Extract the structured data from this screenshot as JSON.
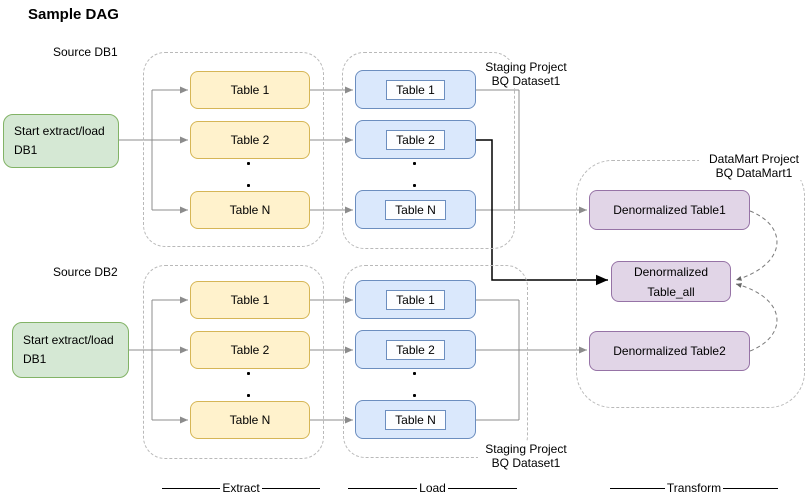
{
  "title": "Sample DAG",
  "db1": {
    "source_label": "Source DB1",
    "start": {
      "line1": "Start extract/load",
      "line2": "DB1"
    },
    "extract_tables": [
      "Table 1",
      "Table 2",
      "Table N"
    ],
    "load_tables": [
      "Table 1",
      "Table 2",
      "Table N"
    ],
    "staging_label": {
      "line1": "Staging Project",
      "line2": "BQ Dataset1"
    }
  },
  "db2": {
    "source_label": "Source DB2",
    "start": {
      "line1": "Start extract/load",
      "line2": "DB1"
    },
    "extract_tables": [
      "Table 1",
      "Table 2",
      "Table N"
    ],
    "load_tables": [
      "Table 1",
      "Table 2",
      "Table N"
    ],
    "staging_label": {
      "line1": "Staging Project",
      "line2": "BQ Dataset1"
    }
  },
  "datamart": {
    "label": {
      "line1": "DataMart Project",
      "line2": "BQ DataMart1"
    },
    "table1": "Denormalized Table1",
    "table_all": {
      "line1": "Denormalized",
      "line2": "Table_all"
    },
    "table2": "Denormalized Table2"
  },
  "stages": {
    "extract": "Extract",
    "load": "Load",
    "transform": "Transform"
  },
  "colors": {
    "green_fill": "#d5e8d4",
    "green_stroke": "#82b366",
    "yellow_fill": "#fff2cc",
    "yellow_stroke": "#d6b656",
    "blue_fill": "#dae8fc",
    "blue_stroke": "#6c8ebf",
    "purple_fill": "#e1d5e7",
    "purple_stroke": "#9673a6",
    "connector_gray": "#8c8c8c",
    "connector_black": "#000000",
    "group_border": "#b9b9b9"
  }
}
